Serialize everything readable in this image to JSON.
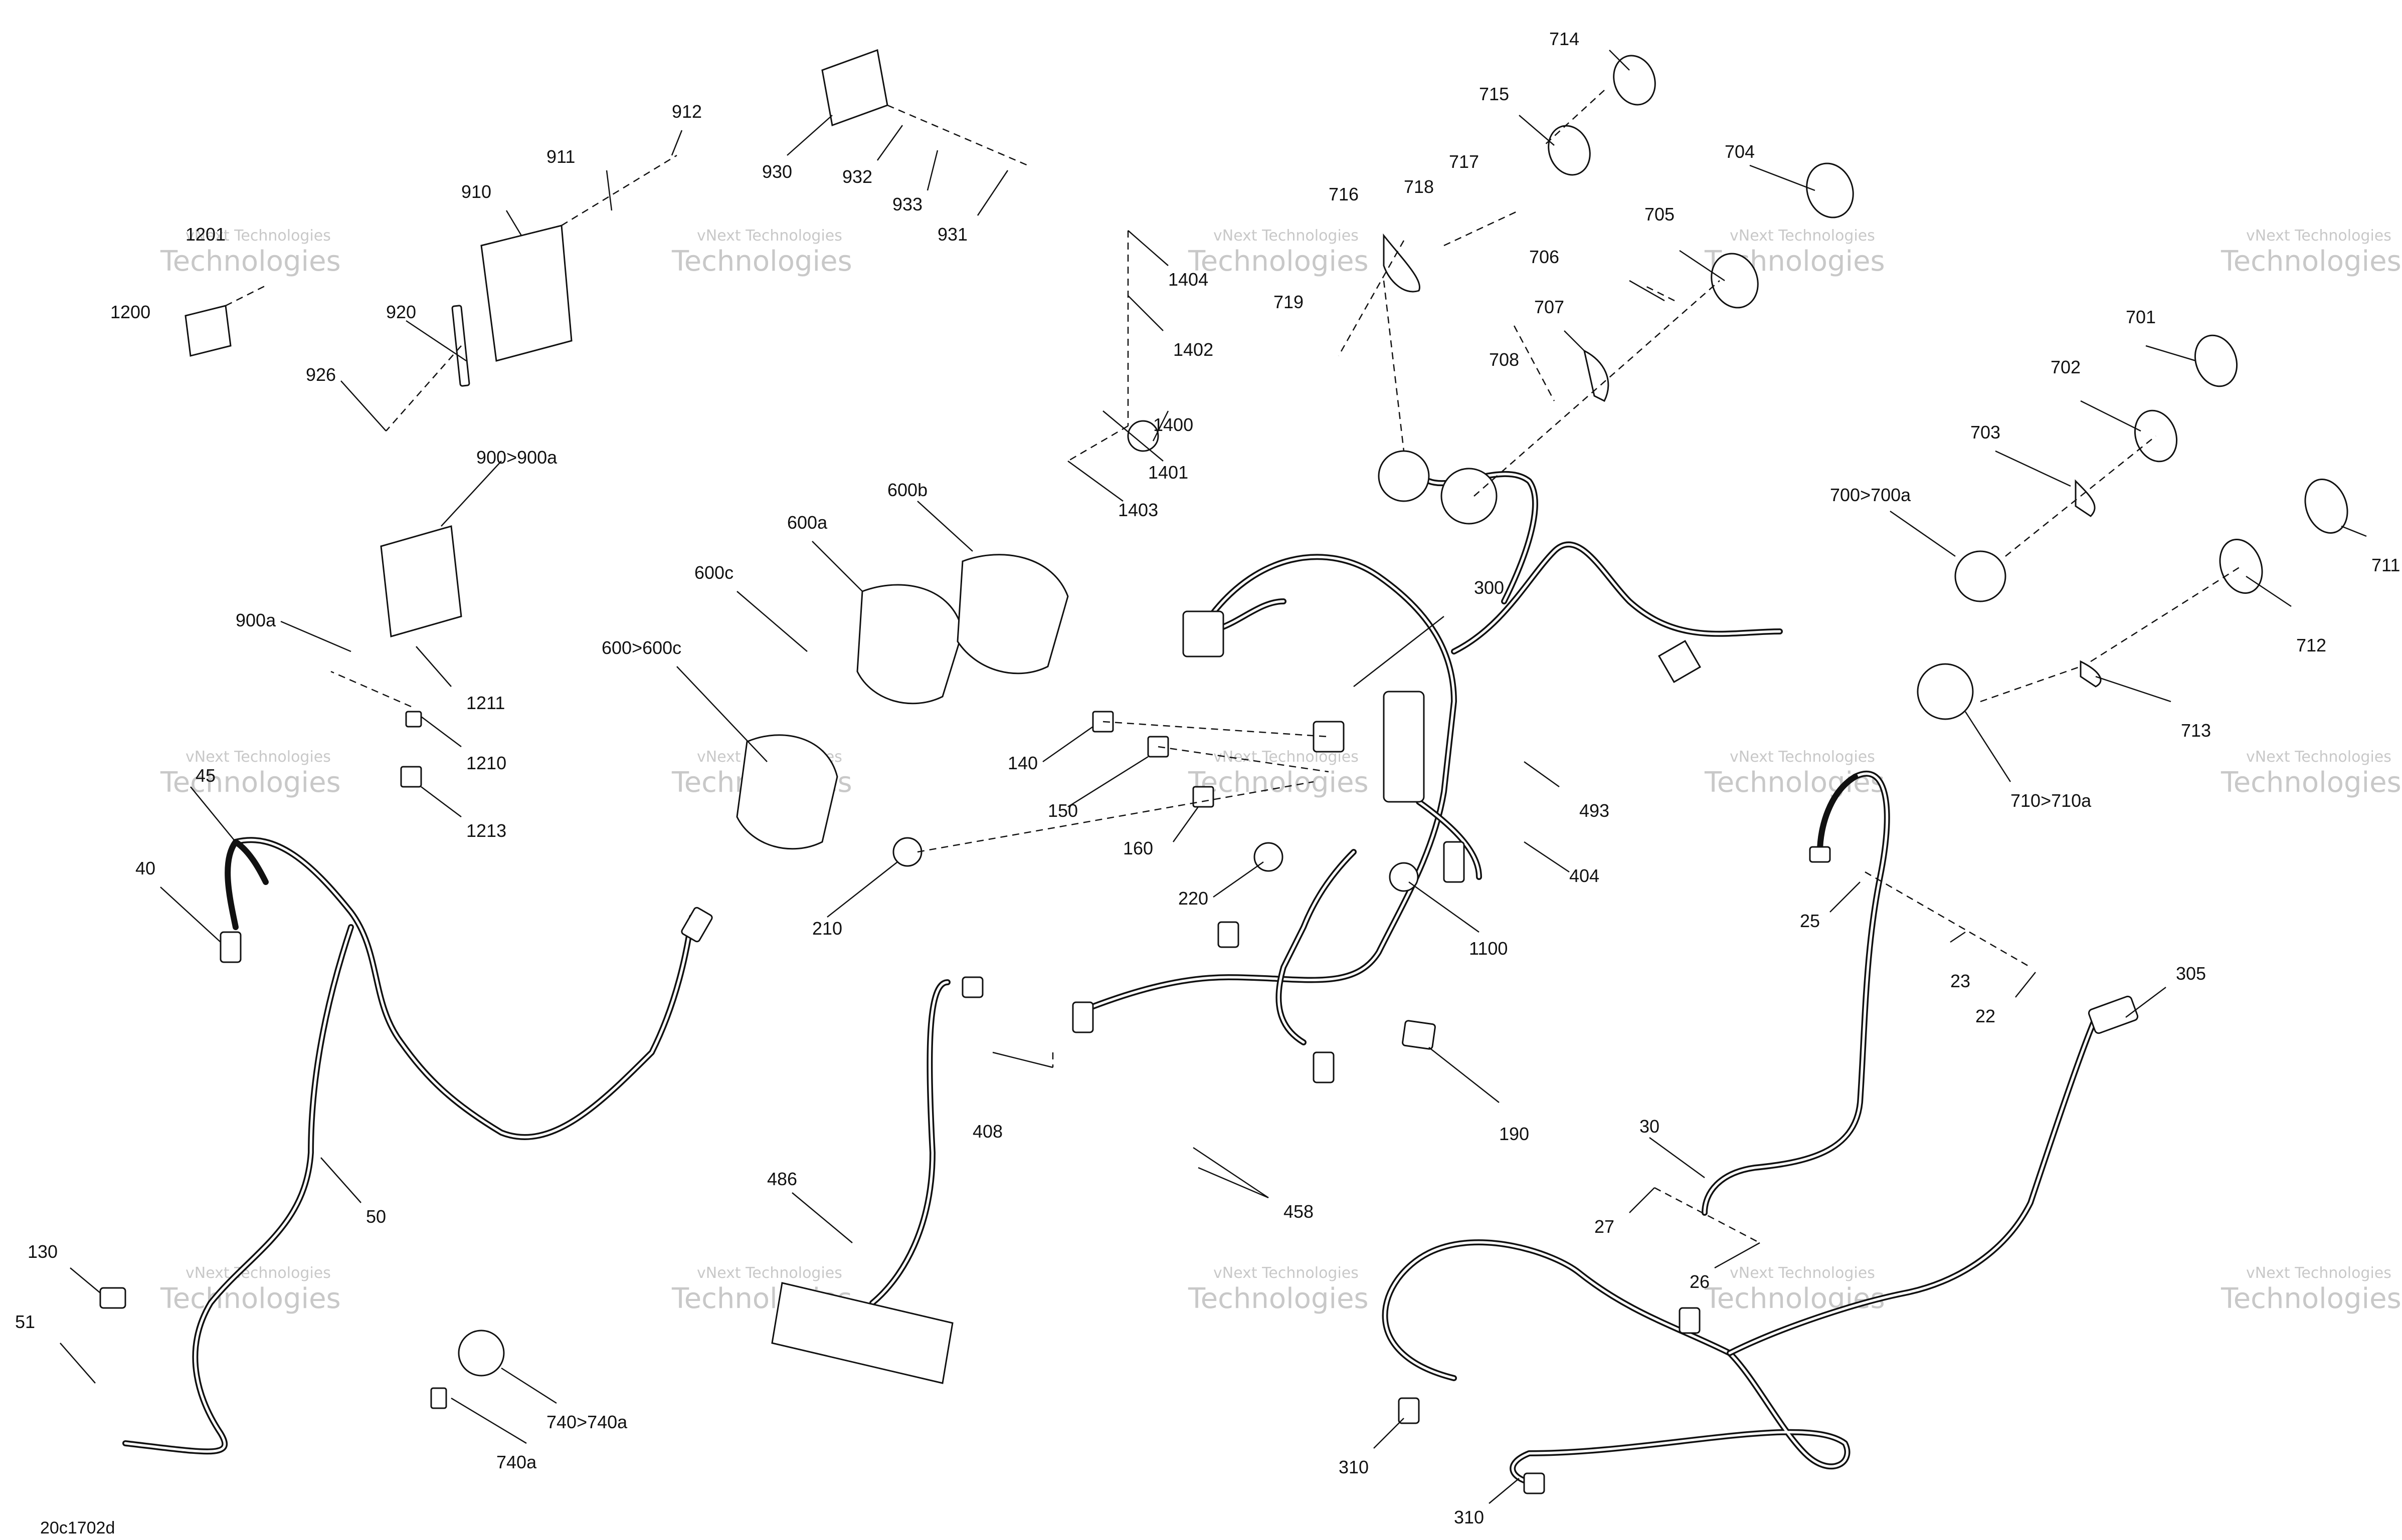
{
  "figure_code": "20c1702d",
  "watermark": {
    "line1": "vNext Technologies",
    "line2": "Technologies"
  },
  "callouts": [
    "714",
    "715",
    "716",
    "717",
    "718",
    "719",
    "704",
    "705",
    "706",
    "707",
    "708",
    "701",
    "702",
    "703",
    "700>700a",
    "711",
    "712",
    "713",
    "710>710a",
    "912",
    "911",
    "910",
    "920",
    "926",
    "930",
    "932",
    "933",
    "931",
    "1201",
    "1200",
    "1404",
    "1402",
    "1400",
    "1401",
    "1403",
    "900>900a",
    "900a",
    "1211",
    "1210",
    "1213",
    "600b",
    "600a",
    "600c",
    "600>600c",
    "300",
    "140",
    "150",
    "160",
    "210",
    "220",
    "493",
    "404",
    "1100",
    "25",
    "23",
    "22",
    "305",
    "45",
    "40",
    "50",
    "130",
    "51",
    "408",
    "190",
    "486",
    "458",
    "740>740a",
    "740a",
    "30",
    "27",
    "26",
    "310",
    "310"
  ]
}
